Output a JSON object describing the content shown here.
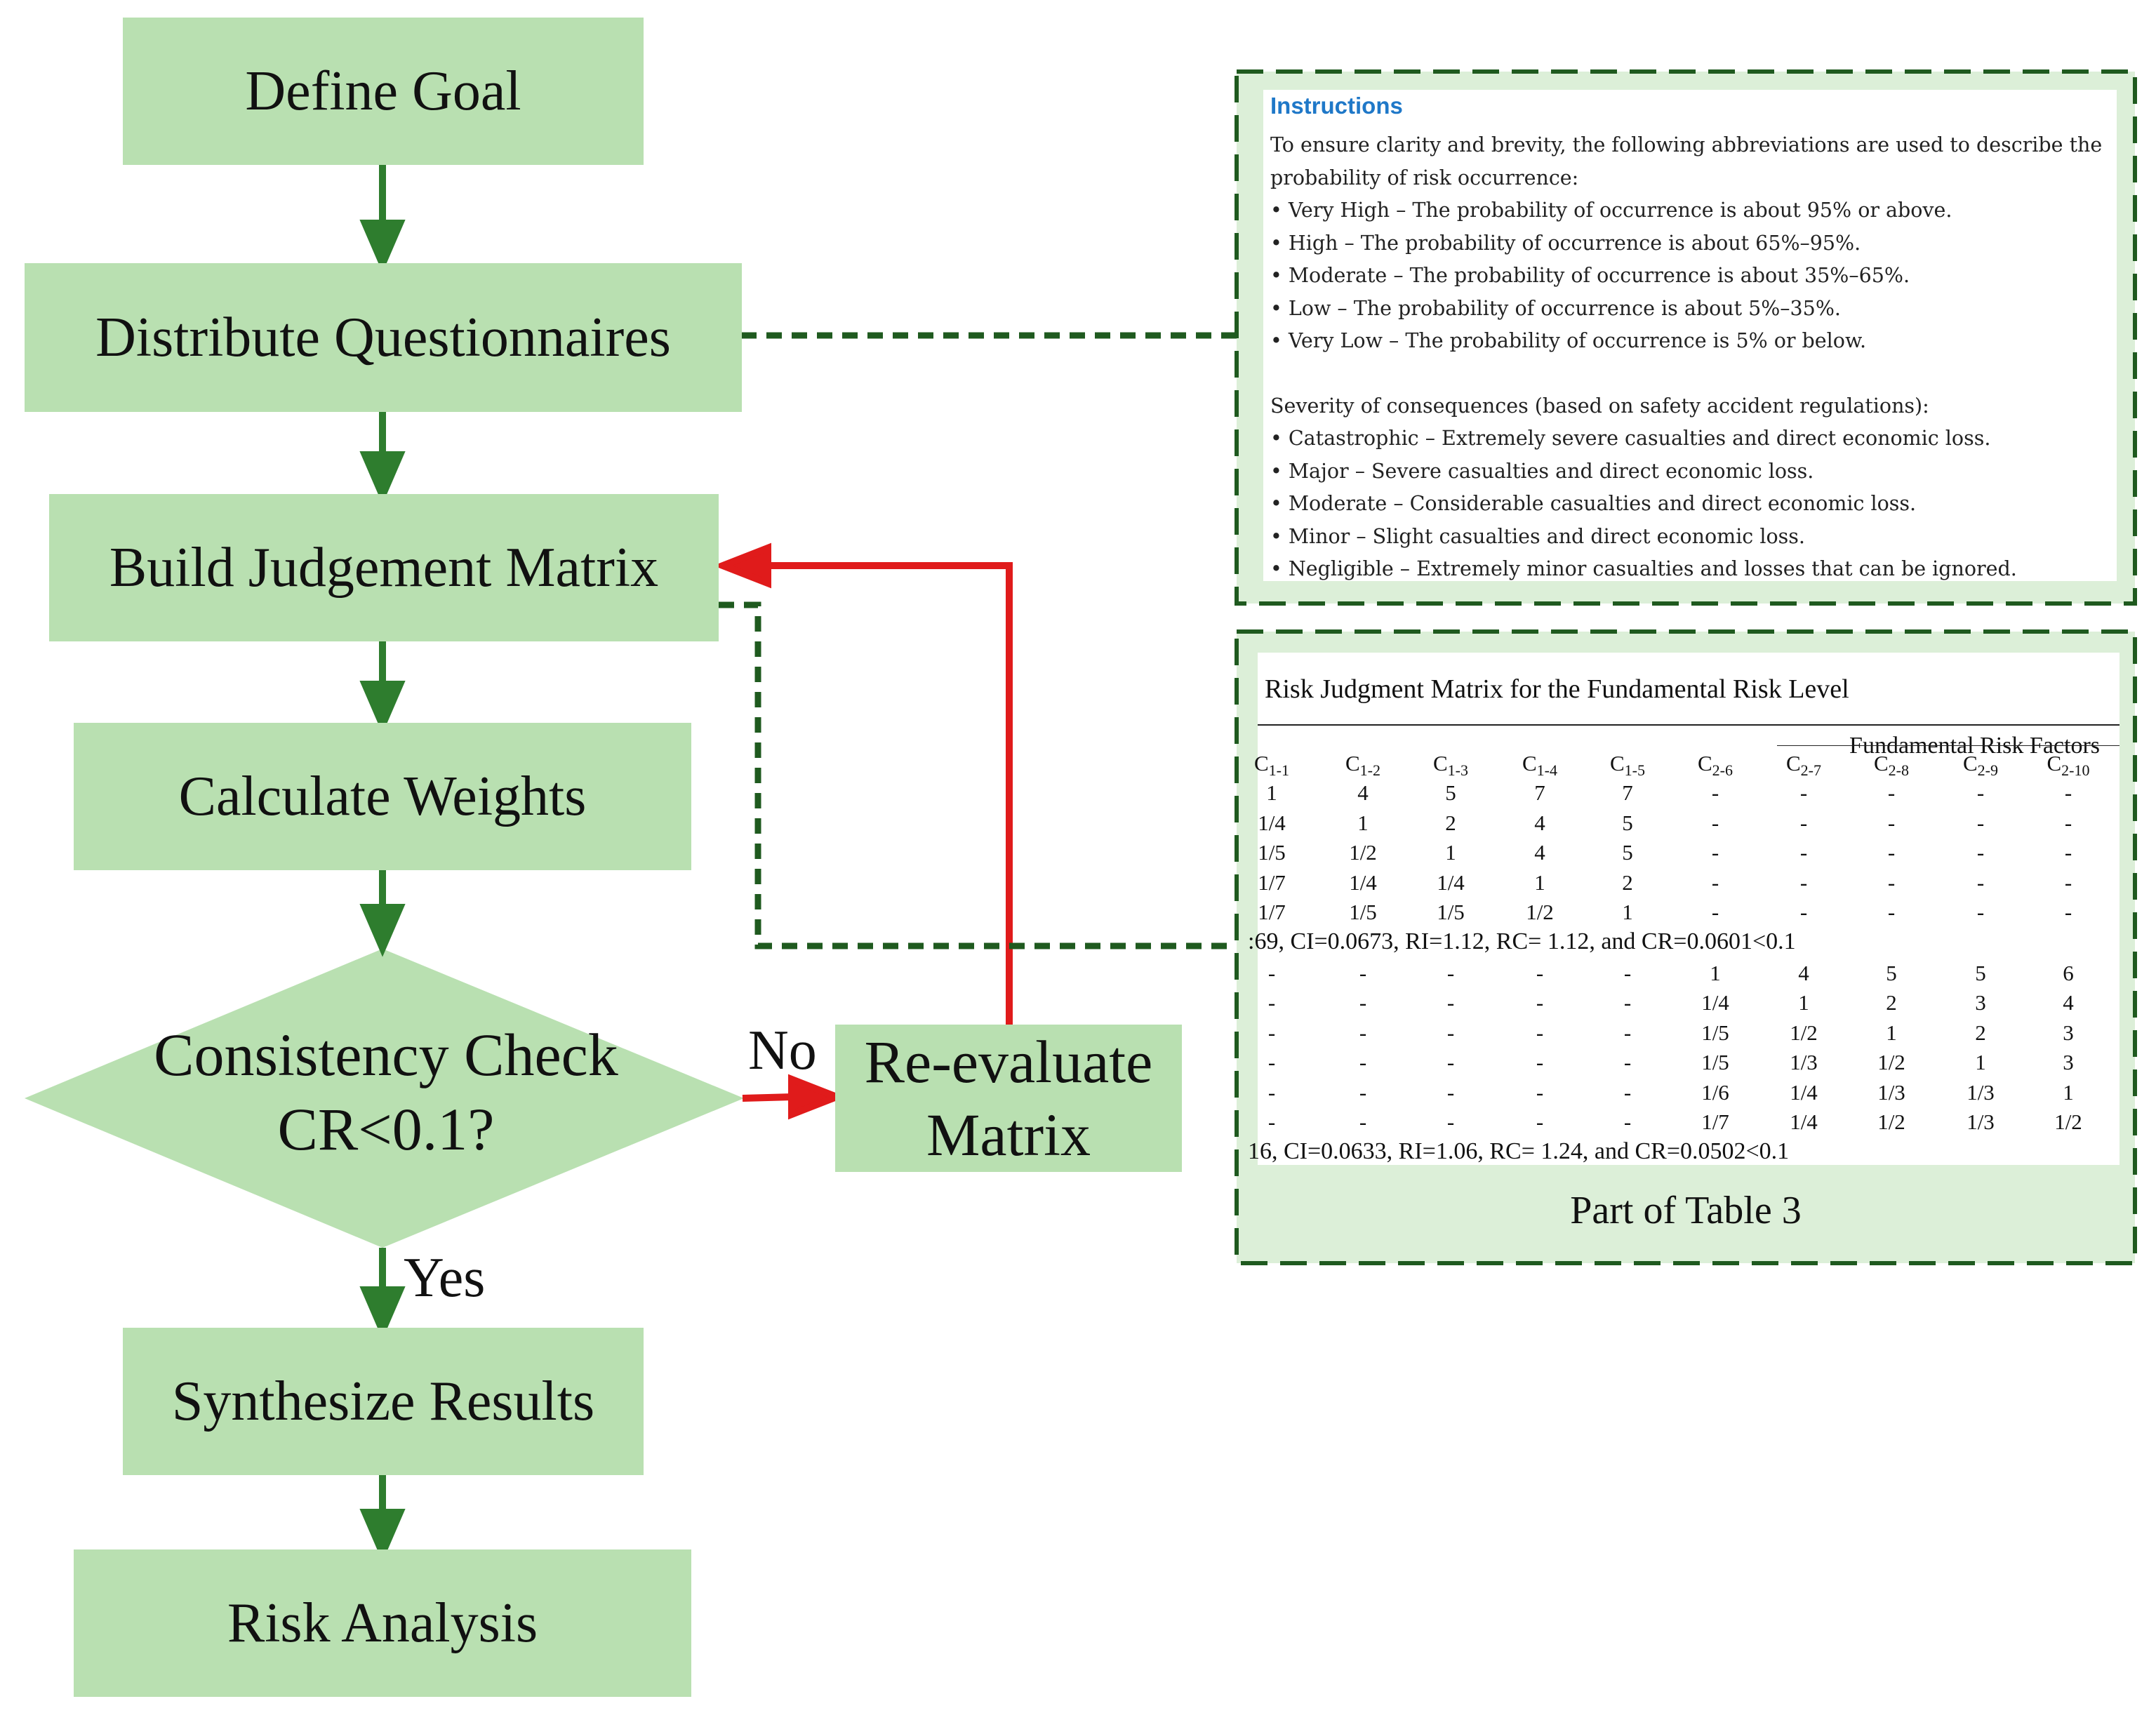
{
  "flow": {
    "define_goal": "Define Goal",
    "distribute": "Distribute Questionnaires",
    "build_matrix": "Build Judgement Matrix",
    "calc_weights": "Calculate Weights",
    "consistency_line1": "Consistency Check",
    "consistency_line2": "CR<0.1?",
    "reevaluate_line1": "Re-evaluate",
    "reevaluate_line2": "Matrix",
    "synthesize": "Synthesize Results",
    "risk_analysis": "Risk Analysis",
    "label_no": "No",
    "label_yes": "Yes"
  },
  "instructions": {
    "title": "Instructions",
    "lines": [
      "To ensure clarity and brevity, the following abbreviations are used to describe the",
      "probability of risk occurrence:",
      "• Very High – The probability of occurrence is about 95% or above.",
      "• High – The probability of occurrence is about 65%–95%.",
      "• Moderate – The probability of occurrence is about 35%–65%.",
      "• Low – The probability of occurrence is about 5%–35%.",
      "• Very Low – The probability of occurrence is 5% or below."
    ],
    "severity_lines": [
      "Severity of consequences (based on safety accident regulations):",
      "• Catastrophic – Extremely severe casualties and direct economic loss.",
      "• Major – Severe casualties and direct economic loss.",
      "• Moderate – Considerable casualties and direct economic loss.",
      "• Minor – Slight casualties and direct economic loss.",
      "• Negligible – Extremely minor casualties and losses that can be ignored."
    ]
  },
  "table": {
    "title": "Risk Judgment Matrix for the Fundamental Risk Level",
    "group_header": "Fundamental Risk Factors",
    "columns": [
      "C1-1",
      "C1-2",
      "C1-3",
      "C1-4",
      "C1-5",
      "C2-6",
      "C2-7",
      "C2-8",
      "C2-9",
      "C2-10"
    ],
    "block1": [
      [
        "1",
        "4",
        "5",
        "7",
        "7",
        "-",
        "-",
        "-",
        "-",
        "-"
      ],
      [
        "1/4",
        "1",
        "2",
        "4",
        "5",
        "-",
        "-",
        "-",
        "-",
        "-"
      ],
      [
        "1/5",
        "1/2",
        "1",
        "4",
        "5",
        "-",
        "-",
        "-",
        "-",
        "-"
      ],
      [
        "1/7",
        "1/4",
        "1/4",
        "1",
        "2",
        "-",
        "-",
        "-",
        "-",
        "-"
      ],
      [
        "1/7",
        "1/5",
        "1/5",
        "1/2",
        "1",
        "-",
        "-",
        "-",
        "-",
        "-"
      ]
    ],
    "note1": ":69, CI=0.0673, RI=1.12, RC= 1.12, and CR=0.0601<0.1",
    "block2": [
      [
        "-",
        "-",
        "-",
        "-",
        "-",
        "1",
        "4",
        "5",
        "5",
        "6"
      ],
      [
        "-",
        "-",
        "-",
        "-",
        "-",
        "1/4",
        "1",
        "2",
        "3",
        "4"
      ],
      [
        "-",
        "-",
        "-",
        "-",
        "-",
        "1/5",
        "1/2",
        "1",
        "2",
        "3"
      ],
      [
        "-",
        "-",
        "-",
        "-",
        "-",
        "1/5",
        "1/3",
        "1/2",
        "1",
        "3"
      ],
      [
        "-",
        "-",
        "-",
        "-",
        "-",
        "1/6",
        "1/4",
        "1/3",
        "1/3",
        "1"
      ],
      [
        "-",
        "-",
        "-",
        "-",
        "-",
        "1/7",
        "1/4",
        "1/2",
        "1/3",
        "1/2"
      ]
    ],
    "note2": "16, CI=0.0633, RI=1.06, RC= 1.24, and CR=0.0502<0.1",
    "caption": "Part of Table 3"
  },
  "colors": {
    "box_fill": "#b9e0b1",
    "flow_arrow": "#2e7d2e",
    "feedback_arrow": "#e01b1b",
    "dashed_link": "#1f5a1f",
    "panel_fill": "#dcefd8"
  }
}
